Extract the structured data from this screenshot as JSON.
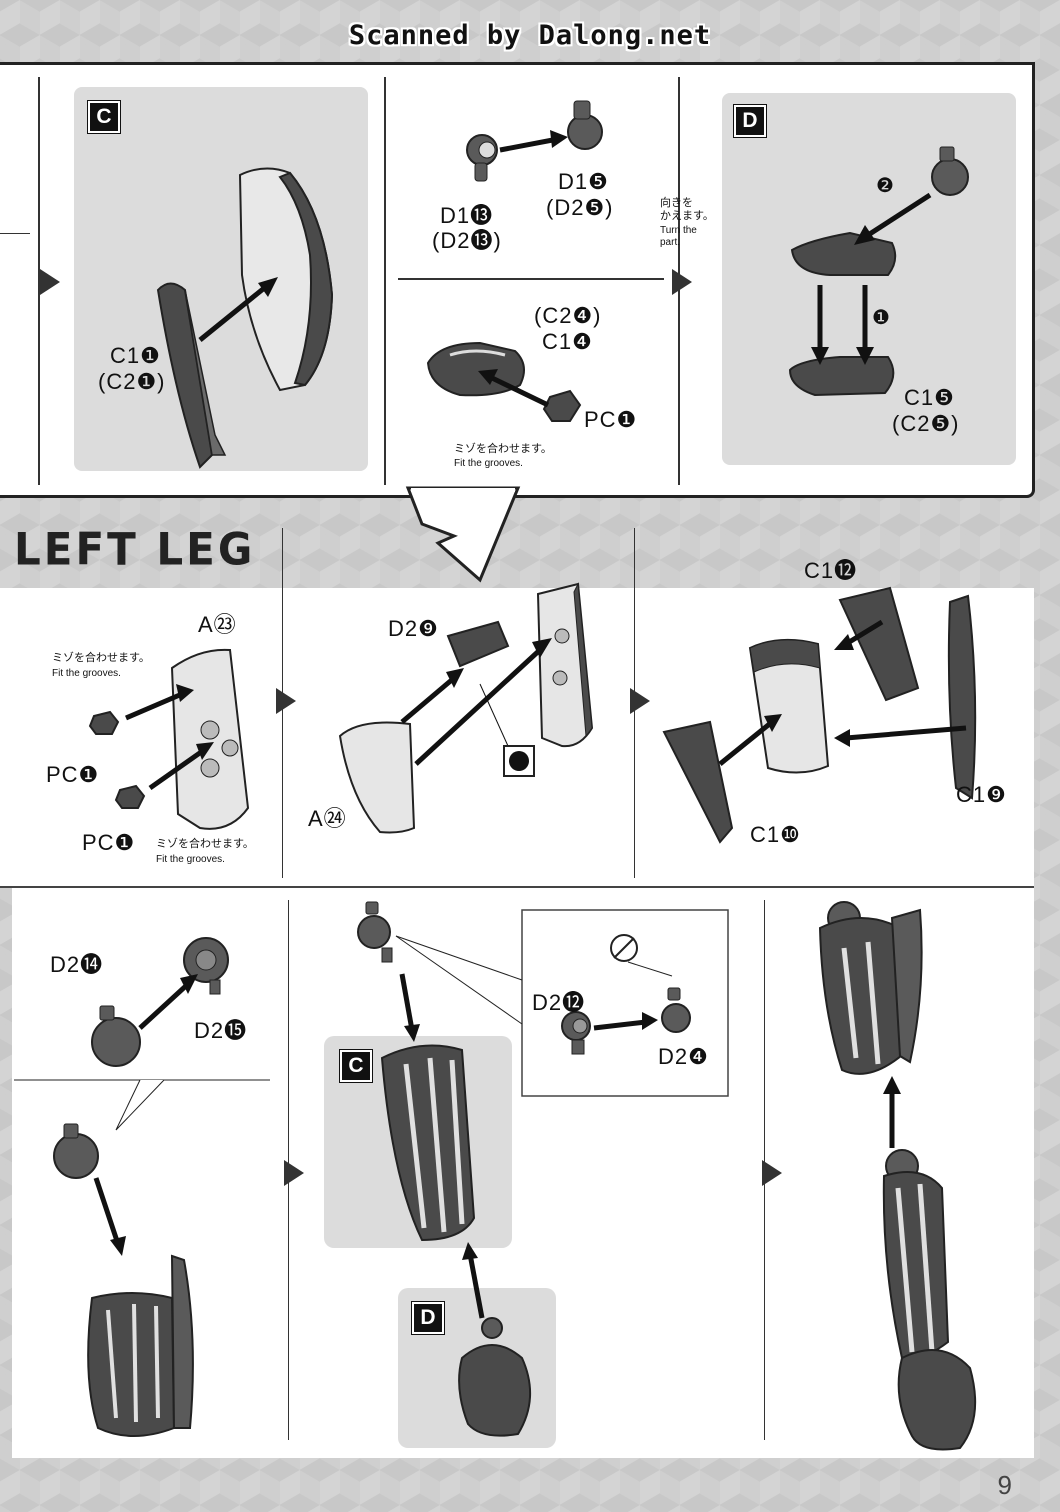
{
  "watermark": "Scanned by Dalong.net",
  "page_number": "9",
  "section_title": "LEFT LEG",
  "colors": {
    "ink": "#111111",
    "panel_gray": "#dcdcdc",
    "part_dark": "#4a4a4a",
    "part_light": "#e6e6e6"
  },
  "top": {
    "step1": {
      "runner_badge": "C",
      "part_main": "C1❶",
      "part_alt": "(C2❶)"
    },
    "step2": {
      "upper": {
        "part_a_main": "D1⓭",
        "part_a_alt": "(D2⓭)",
        "part_b_main": "D1❺",
        "part_b_alt": "(D2❺)"
      },
      "lower": {
        "part_alt": "(C2❹)",
        "part_main": "C1❹",
        "pc": "PC❶",
        "note_jp": "ミゾを合わせます。",
        "note_en": "Fit the grooves."
      }
    },
    "turn_note": {
      "jp_line1": "向きを",
      "jp_line2": "かえます。",
      "en_line1": "Turn the",
      "en_line2": "part."
    },
    "step3": {
      "runner_badge": "D",
      "order1": "❶",
      "order2": "❷",
      "part_main": "C1❺",
      "part_alt": "(C2❺)"
    }
  },
  "left_leg": {
    "step1": {
      "part": "A㉓",
      "note_jp": "ミゾを合わせます。",
      "note_en": "Fit the grooves.",
      "pc_top": "PC❶",
      "pc_bottom": "PC❶",
      "note2_jp": "ミゾを合わせます。",
      "note2_en": "Fit the grooves."
    },
    "step2": {
      "part_top": "D2❾",
      "part_bottom": "A㉔"
    },
    "step3": {
      "part_top": "C1⓬",
      "part_right": "C1❾",
      "part_left": "C1❿"
    },
    "step4": {
      "part_a": "D2⓮",
      "part_b": "D2⓯"
    },
    "step5": {
      "runner_c": "C",
      "runner_d": "D",
      "inset_part_a": "D2⓬",
      "inset_part_b": "D2❹"
    }
  }
}
